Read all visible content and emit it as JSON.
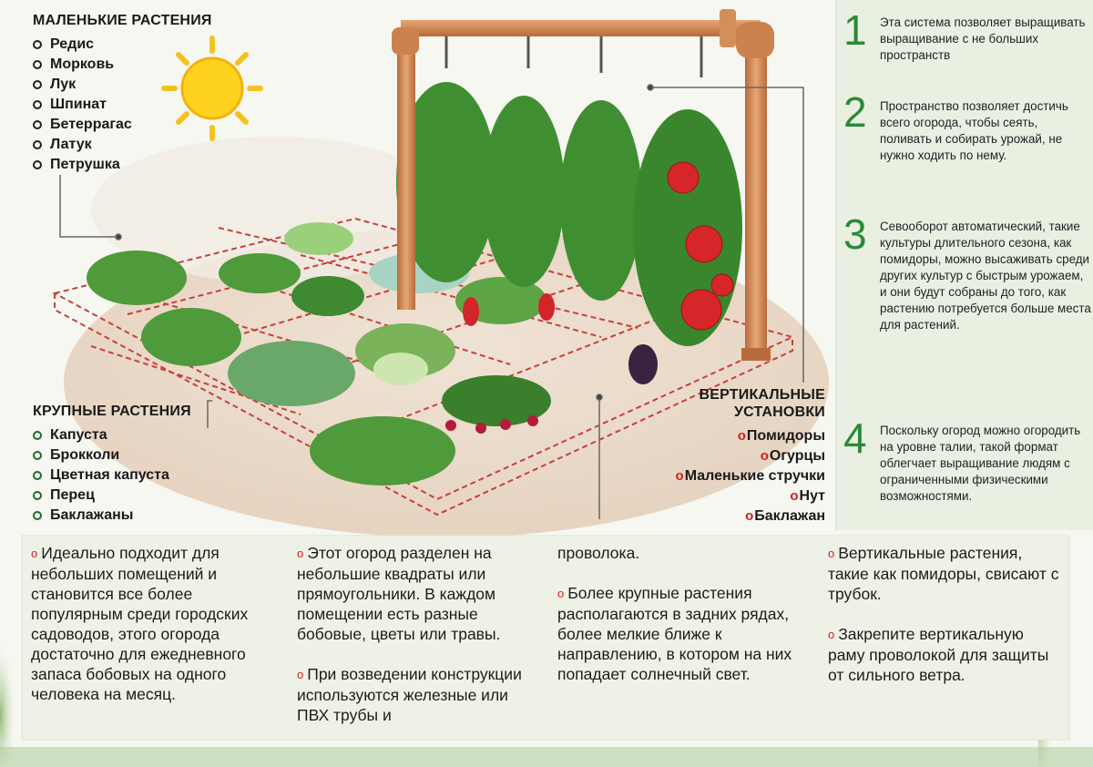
{
  "small_plants": {
    "title": "МАЛЕНЬКИЕ РАСТЕНИЯ",
    "items": [
      "Редис",
      "Морковь",
      "Лук",
      "Шпинат",
      "Бетеррагас",
      "Латук",
      "Петрушка"
    ]
  },
  "large_plants": {
    "title": "КРУПНЫЕ РАСТЕНИЯ",
    "items": [
      "Капуста",
      "Брокколи",
      "Цветная капуста",
      "Перец",
      "Баклажаны"
    ]
  },
  "vertical": {
    "title_line1": "ВЕРТИКАЛЬНЫЕ",
    "title_line2": "УСТАНОВКИ",
    "items": [
      "Помидоры",
      "Огурцы",
      "Маленькие стручки",
      "Нут",
      "Баклажан"
    ],
    "bullet": "o"
  },
  "numbered": [
    {
      "num": "1",
      "text": "Эта система позволяет выращивать выращивание с не больших пространств"
    },
    {
      "num": "2",
      "text": "Пространство позволяет достичь всего огорода, чтобы сеять, поливать и собирать урожай, не нужно ходить по нему."
    },
    {
      "num": "3",
      "text": "Севооборот автоматический, такие культуры длительного сезона, как помидоры, можно высаживать среди других культур с быстрым урожаем, и они будут собраны до того, как растению потребуется больше места для растений."
    },
    {
      "num": "4",
      "text": "Поскольку огород можно огородить на уровне талии, такой формат облегчает выращивание людям с ограниченными физическими возможностями."
    }
  ],
  "bottom": {
    "bullet": "o",
    "col1": [
      "Идеально подходит для небольших помещений и становится все более популярным среди городских садоводов, этого огорода достаточно для ежедневного запаса бобовых на одного человека на месяц."
    ],
    "col2": [
      "Этот огород разделен на небольшие квадраты или прямоугольники. В каждом помещении есть разные бобовые, цветы или травы.",
      "При возведении конструкции используются железные или ПВХ трубы и"
    ],
    "col3_cont": "проволока.",
    "col3": [
      "Более крупные растения располагаются в задних рядах, более мелкие ближе к направлению, в котором на них попадает солнечный свет."
    ],
    "col4": [
      "Вертикальные растения, такие как помидоры, свисают с трубок.",
      "Закрепите вертикальную раму проволокой для защиты от сильного ветра."
    ]
  },
  "colors": {
    "accent_green": "#2a8a35",
    "bullet_red": "#d11f1f",
    "panel_bg": "#e9f0e2",
    "bottom_bg": "#eef2e6",
    "pipe": "#d08a55"
  }
}
